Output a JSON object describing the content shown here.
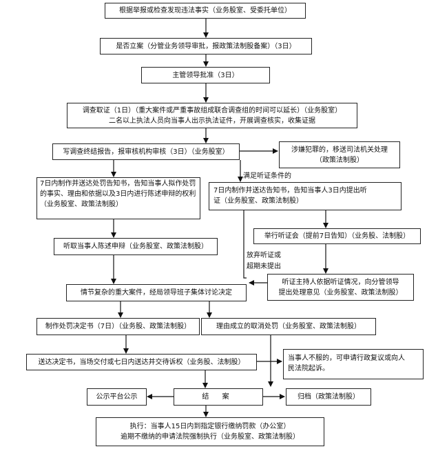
{
  "flow": {
    "b1": "根据举报或检查发现违法事实（业务股室、受委托单位）",
    "b2": "是否立案（分管业务领导审批，报政策法制股备案）（3日）",
    "b3": "主管领导批准（3日）",
    "b4_l1": "调查取证（1日）（重大案件或严重事故组成联合调查组的时间可以延长）（业务股室）",
    "b4_l2": "二名以上执法人员向当事人出示执法证件，开展调查核实，收集证据",
    "b5": "写调查终结报告，报审核机构审核（3日）（业务股室）",
    "b6_l1": "涉嫌犯罪的，移送司法机关处理",
    "b6_l2": "（政策法制股）",
    "label_hearing": "满足听证条件的",
    "b7": "7日内制作并送达处罚告知书，告知当事人拟作处罚的事实、理由和依据以及3日内进行陈述申辩的权利（业务股室、政策法制股）",
    "b8_l1": "7日内制作并送达告知书，告知当事人3日内提出听",
    "b8_l2": "证（业务股室、政策法制股）",
    "b9": "举行听证会（提前7日告知）（业务股、法制股）",
    "b10": "听取当事人陈述申辩（业务股室、政策法制股）",
    "label_abandon_l1": "放弃听证或",
    "label_abandon_l2": "超期未提出",
    "b11_l1": "听证主持人依据听证情况，向分管领导",
    "b11_l2": "提出处理意见（业务股室、政策法制股）",
    "b12": "情节复杂的重大案件，经局领导班子集体讨论决定",
    "b13": "制作处罚决定书（7日）（业务股、政策法制股）",
    "b14": "理由成立的取消处罚（业务股室、政策法制股）",
    "b15": "送达决定书，当场交付或七日内送达并交待诉权（业务股、法制股）",
    "b16_l1": "当事人不服的，可申请行政复议或向人",
    "b16_l2": "民法院起诉。",
    "b17": "公示平台公示",
    "b18": "结  案",
    "b19": "归档（政策法制股）",
    "b20_l1": "执行：当事人15日内到指定银行缴纳罚款（办公室）",
    "b20_l2": "逾期不缴纳的申请法院强制执行（业务股室、政策法制股）"
  }
}
